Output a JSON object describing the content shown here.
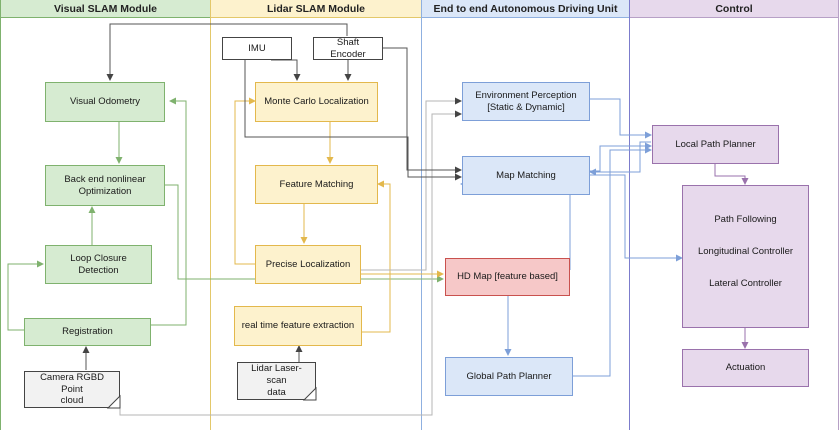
{
  "lanes": {
    "visual": "Visual SLAM Module",
    "lidar": "Lidar SLAM Module",
    "e2e": "End to end Autonomous Driving Unit",
    "control": "Control"
  },
  "nodes": {
    "visual_odometry": "Visual Odometry",
    "backend_optimization": "Back end nonlinear\nOptimization",
    "loop_closure": "Loop Closure Detection",
    "registration": "Registration",
    "camera_data": "Camera RGBD Point\ncloud",
    "imu": "IMU",
    "shaft_encoder": "Shaft Encoder",
    "monte_carlo": "Monte Carlo Localization",
    "feature_matching": "Feature Matching",
    "precise_localization": "Precise Localization",
    "realtime_extraction": "real time feature extraction",
    "lidar_data": "Lidar Laser-scan\ndata",
    "environment_perception": "Environment Perception\n[Static & Dynamic]",
    "map_matching": "Map Matching",
    "hd_map": "HD Map [feature based]",
    "global_planner": "Global Path Planner",
    "local_planner": "Local Path Planner",
    "path_following": "Path Following",
    "longitudinal": "Longitudinal Controller",
    "lateral": "Lateral Controller",
    "actuation": "Actuation"
  },
  "colors": {
    "green": "#7fb26e",
    "yellow": "#e3b84c",
    "blue": "#7d9fd8",
    "purple": "#9a72ac",
    "gray": "#555555"
  }
}
